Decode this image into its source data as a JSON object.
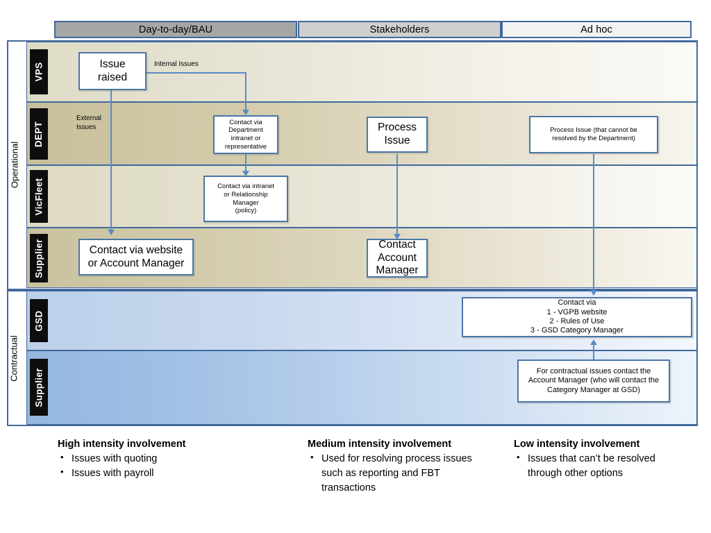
{
  "header": {
    "tabs": [
      {
        "label": "Day-to-day/BAU",
        "color": "#a6a6a6"
      },
      {
        "label": "Stakeholders",
        "color": "#cfcfcf"
      },
      {
        "label": "Ad hoc",
        "color": "#f2f2f2"
      }
    ]
  },
  "groups": [
    {
      "label": "Operational"
    },
    {
      "label": "Contractual"
    }
  ],
  "lanes": [
    {
      "role": "VPS"
    },
    {
      "role": "DEPT"
    },
    {
      "role": "VicFleet"
    },
    {
      "role": "Supplier"
    },
    {
      "role": "GSD"
    },
    {
      "role": "Supplier"
    }
  ],
  "labels": [
    {
      "text": "Internal Issues"
    },
    {
      "text": "External\nIssues"
    }
  ],
  "boxes": [
    {
      "text": "Issue\nraised"
    },
    {
      "text": "Contact via\nDepartment\nintranet or\nrepresentative"
    },
    {
      "text": "Process\nIssue"
    },
    {
      "text": "Process Issue (that cannot be\nresolved by the Department)"
    },
    {
      "text": "Contact via intranet\nor Relationship\nManager\n(policy)"
    },
    {
      "text": "Contact via website\nor Account Manager"
    },
    {
      "text": "Contact\nAccount\nManager"
    },
    {
      "text": "Contact via\n1 - VGPB website\n2 - Rules of Use\n3 - GSD Category Manager"
    },
    {
      "text": "For contractual issues contact  the\nAccount Manager (who will contact the\nCategory Manager at GSD)"
    }
  ],
  "legend": [
    {
      "title": "High intensity involvement",
      "items": [
        "Issues with quoting",
        "Issues with payroll"
      ]
    },
    {
      "title": "Medium intensity involvement",
      "items": [
        "Used for resolving process issues such as reporting and FBT transactions"
      ]
    },
    {
      "title": "Low intensity involvement",
      "items": [
        "Issues that can’t be resolved through other options"
      ]
    }
  ],
  "colors": {
    "connector": "#5b8ac4",
    "box_border": "#4a76a8",
    "frame_border": "#41699c",
    "role_chip_bg": "#0d0d0d",
    "role_chip_fg": "#ffffff"
  }
}
